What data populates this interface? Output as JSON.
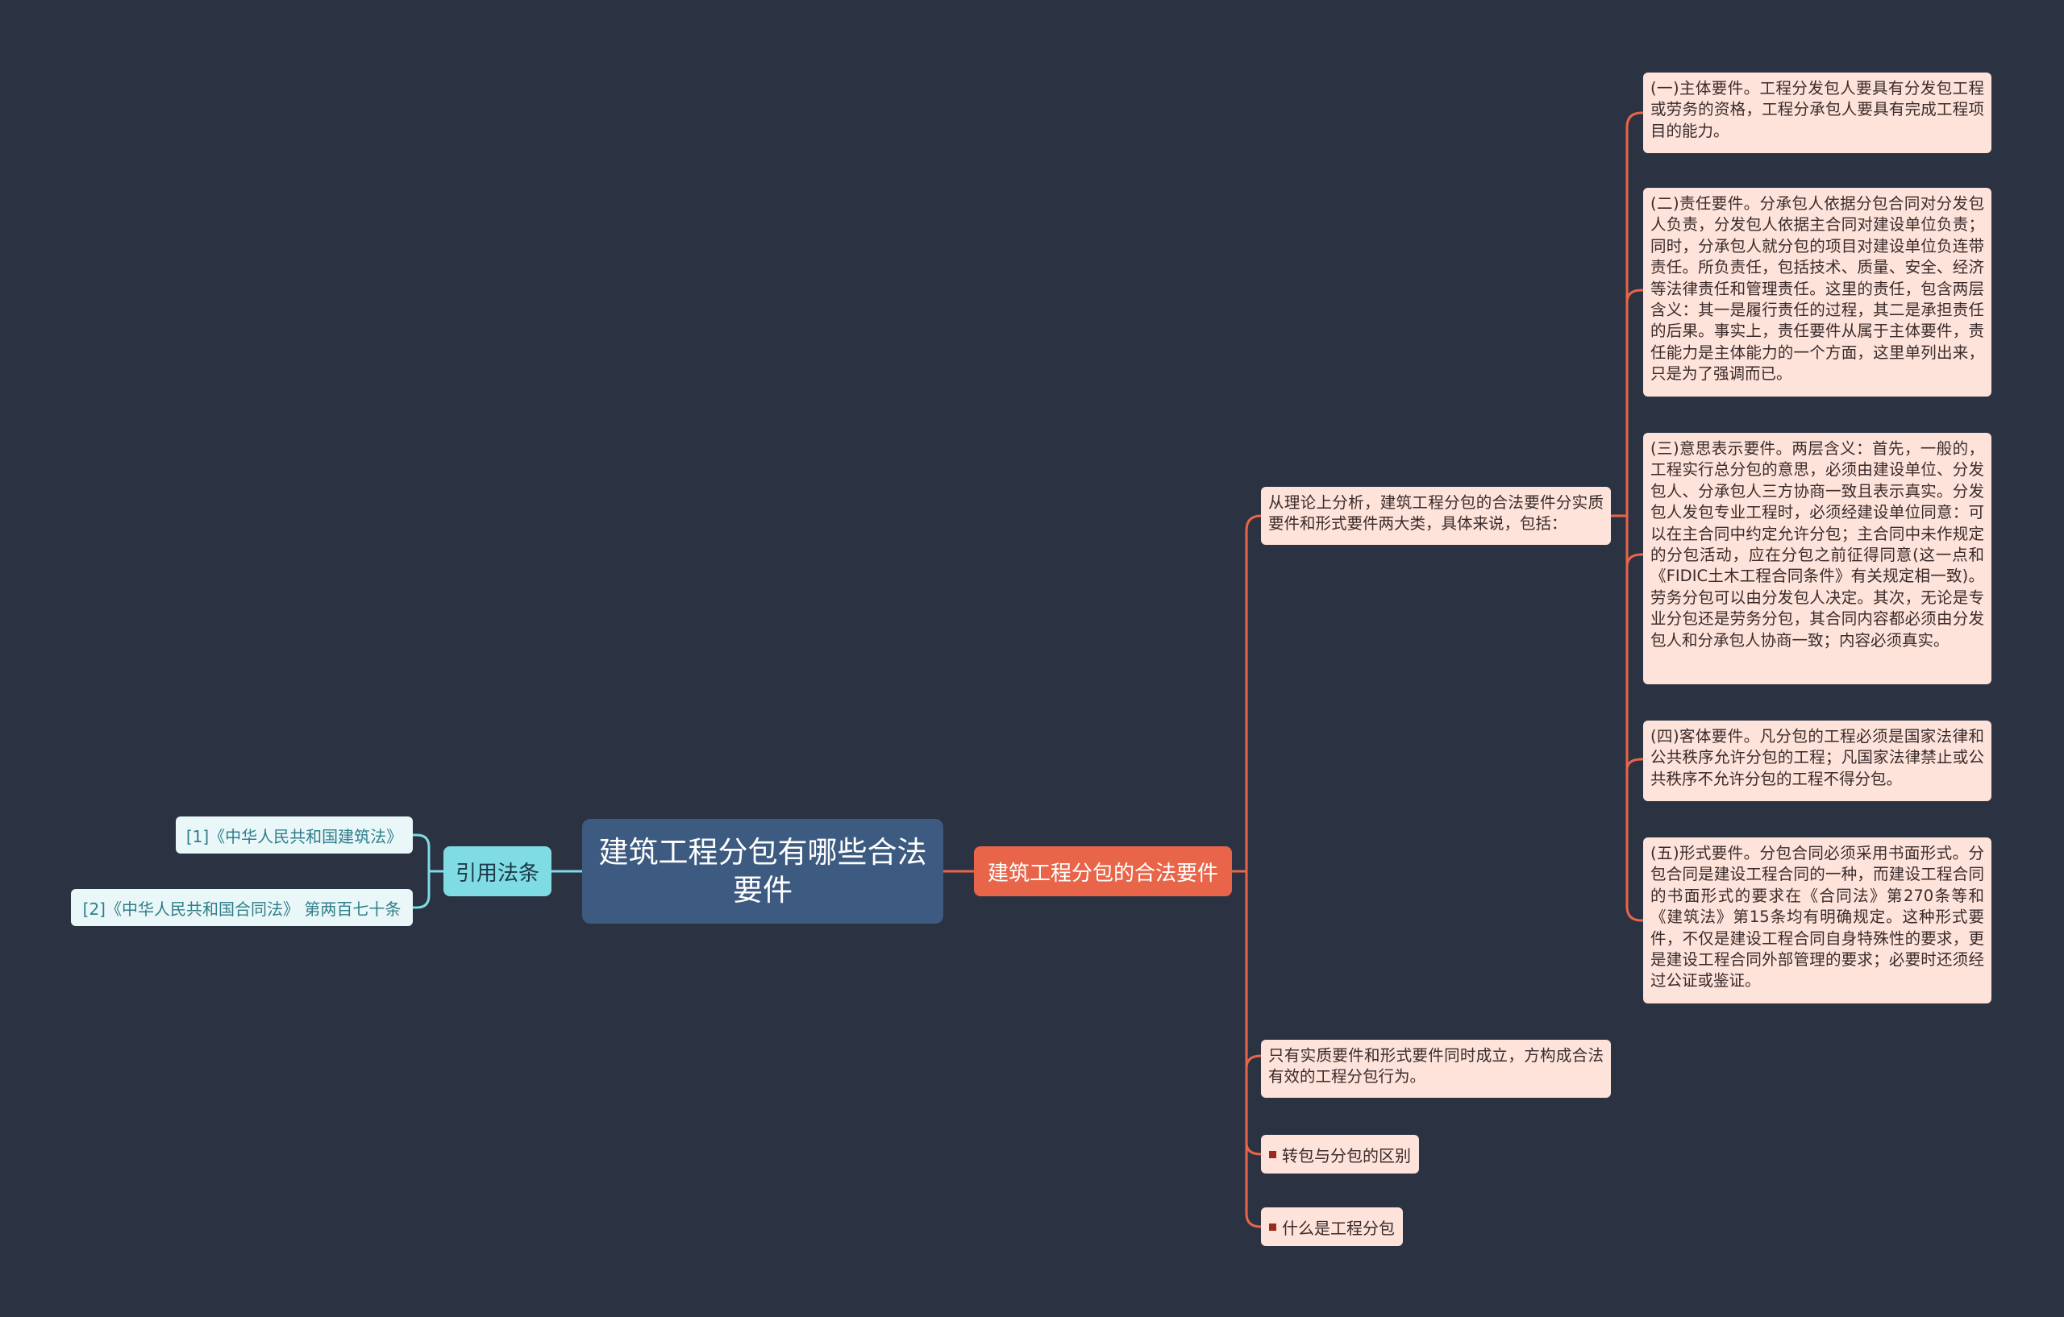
{
  "root": {
    "title": "建筑工程分包有哪些合法要件"
  },
  "right_branch": {
    "label": "建筑工程分包的合法要件",
    "intro": "从理论上分析，建筑工程分包的合法要件分实质要件和形式要件两大类，具体来说，包括：",
    "requirements": [
      "(一)主体要件。工程分发包人要具有分发包工程或劳务的资格，工程分承包人要具有完成工程项目的能力。",
      "(二)责任要件。分承包人依据分包合同对分发包人负责，分发包人依据主合同对建设单位负责；同时，分承包人就分包的项目对建设单位负连带责任。所负责任，包括技术、质量、安全、经济等法律责任和管理责任。这里的责任，包含两层含义：其一是履行责任的过程，其二是承担责任的后果。事实上，责任要件从属于主体要件，责任能力是主体能力的一个方面，这里单列出来，只是为了强调而已。",
      "(三)意思表示要件。两层含义：首先，一般的，工程实行总分包的意思，必须由建设单位、分发包人、分承包人三方协商一致且表示真实。分发包人发包专业工程时，必须经建设单位同意：可以在主合同中约定允许分包；主合同中未作规定的分包活动，应在分包之前征得同意(这一点和《FIDIC土木工程合同条件》有关规定相一致)。劳务分包可以由分发包人决定。其次，无论是专业分包还是劳务分包，其合同内容都必须由分发包人和分承包人协商一致；内容必须真实。",
      "(四)客体要件。凡分包的工程必须是国家法律和公共秩序允许分包的工程；凡国家法律禁止或公共秩序不允许分包的工程不得分包。",
      "(五)形式要件。分包合同必须采用书面形式。分包合同是建设工程合同的一种，而建设工程合同的书面形式的要求在《合同法》第270条等和《建筑法》第15条均有明确规定。这种形式要件，不仅是建设工程合同自身特殊性的要求，更是建设工程合同外部管理的要求；必要时还须经过公证或鉴证。"
    ],
    "conclusion": "只有实质要件和形式要件同时成立，方构成合法有效的工程分包行为。",
    "links": [
      "转包与分包的区别",
      "什么是工程分包"
    ]
  },
  "left_branch": {
    "label": "引用法条",
    "laws": [
      "[1]《中华人民共和国建筑法》",
      "[2]《中华人民共和国合同法》 第两百七十条"
    ]
  },
  "colors": {
    "background": "#2b3242",
    "root": "#3d5a80",
    "right": "#e8654a",
    "left": "#7fdbe4",
    "leaf": "#fde3da"
  }
}
